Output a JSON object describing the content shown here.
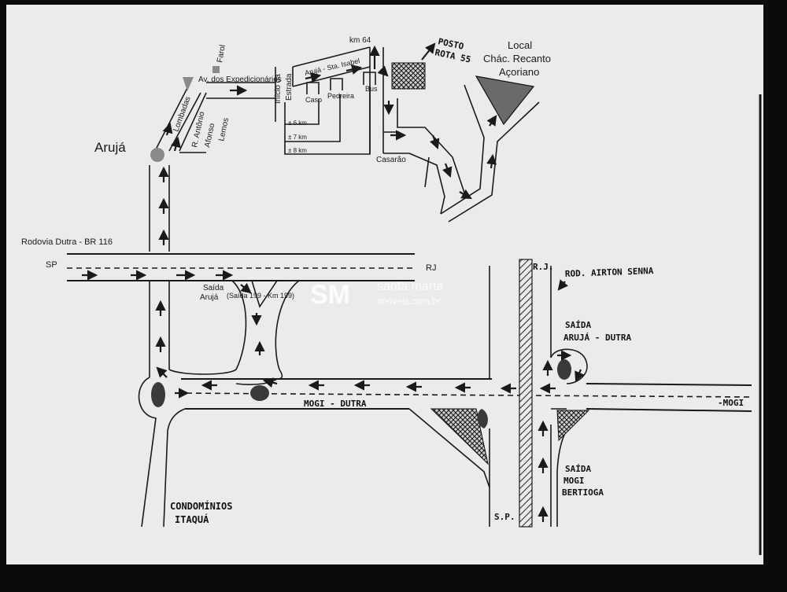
{
  "map": {
    "labels": {
      "aruja": "Arujá",
      "lombadas": "Lombadas",
      "farol": "Farol",
      "av_expedicionarios": "Av. dos Expedicionários",
      "r_antonio": "R. Antônio",
      "afonso": "Afonso",
      "lemos": "Lemos",
      "inicio": "Início da",
      "estrada": "Estrada",
      "aruja_sta_isabel": "Arujá - Sta. Isabel",
      "casp": "Casp",
      "pedreira": "Pedreira",
      "bus": "Bus",
      "km64": "km 64",
      "posto_1": "POSTO",
      "posto_2": "ROTA 55",
      "local": "Local",
      "chac": "Chác. Recanto",
      "acoriano": "Açoriano",
      "d6": "± 6 km",
      "d7": "± 7 km",
      "d8": "± 8 km",
      "casarao": "Casarão",
      "rodovia": "Rodovia Dutra - BR 116",
      "sp_left": "SP",
      "rj_right": "RJ",
      "saida_1": "Saída",
      "saida_2": "Arujá",
      "saida_3": "(Saída 199 - Km 199)",
      "rj_top": "R.J.",
      "airton": "ROD. AIRTON SENNA",
      "saida_aruja_1": "SAÍDA",
      "saida_aruja_2": "ARUJÁ - DUTRA",
      "mogi_dutra": "MOGI - DUTRA",
      "mogi": "-MOGI",
      "saida_mogi_1": "SAÍDA",
      "saida_mogi_2": "MOGI",
      "saida_mogi_3": "BERTIOGA",
      "sp_bottom": "S.P.",
      "cond_1": "CONDOMÍNIOS",
      "cond_2": "ITAQUÁ"
    },
    "watermark": {
      "logo": "SM",
      "name": "santa marta",
      "site": "imóveis.com.br"
    },
    "colors": {
      "paper": "#ecebe9",
      "ink": "#1a1a1a",
      "frame": "#0b0b0b"
    }
  }
}
